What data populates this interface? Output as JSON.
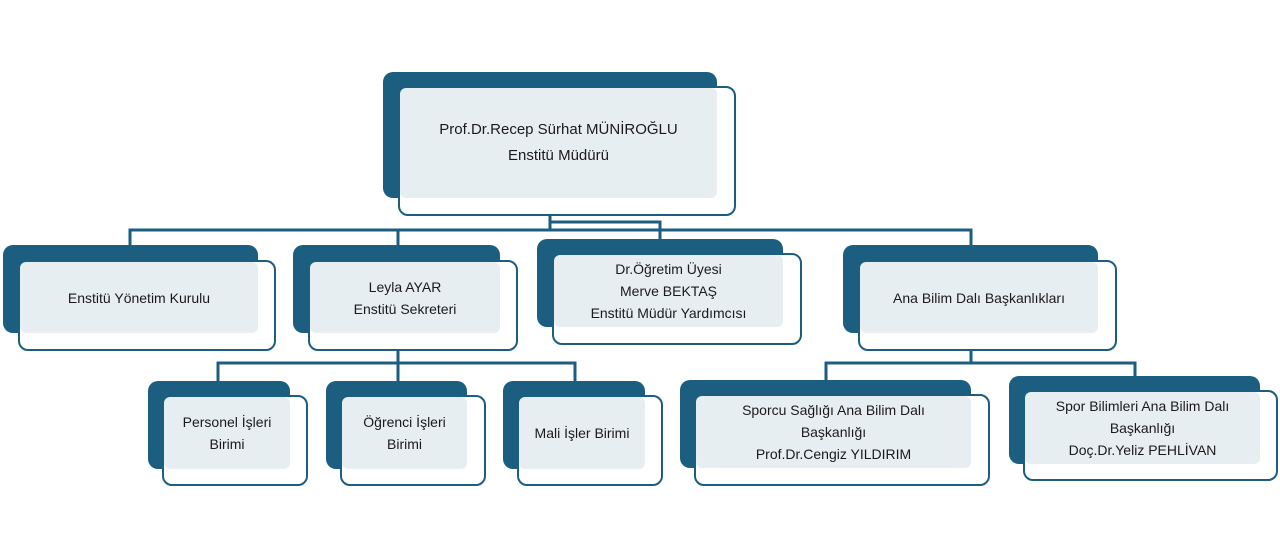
{
  "colors": {
    "dark": "#1b5e7f",
    "light": "#e7eef2"
  },
  "nodes": {
    "director": {
      "lines": [
        "Prof.Dr.Recep Sürhat MÜNİROĞLU",
        "Enstitü Müdürü"
      ]
    },
    "board": {
      "lines": [
        "Enstitü Yönetim Kurulu"
      ]
    },
    "secretary": {
      "lines": [
        "Leyla AYAR",
        "Enstitü Sekreteri"
      ]
    },
    "vice": {
      "lines": [
        "Dr.Öğretim Üyesi",
        "Merve BEKTAŞ",
        "Enstitü Müdür Yardımcısı"
      ]
    },
    "departments": {
      "lines": [
        "Ana Bilim Dalı Başkanlıkları"
      ]
    },
    "personnel": {
      "lines": [
        "Personel İşleri",
        "Birimi"
      ]
    },
    "student": {
      "lines": [
        "Öğrenci İşleri",
        "Birimi"
      ]
    },
    "finance": {
      "lines": [
        "Mali İşler Birimi"
      ]
    },
    "health": {
      "lines": [
        "Sporcu Sağlığı Ana Bilim Dalı",
        "Başkanlığı",
        "Prof.Dr.Cengiz YILDIRIM"
      ]
    },
    "science": {
      "lines": [
        "Spor Bilimleri Ana Bilim Dalı",
        "Başkanlığı",
        "Doç.Dr.Yeliz PEHLİVAN"
      ]
    }
  }
}
